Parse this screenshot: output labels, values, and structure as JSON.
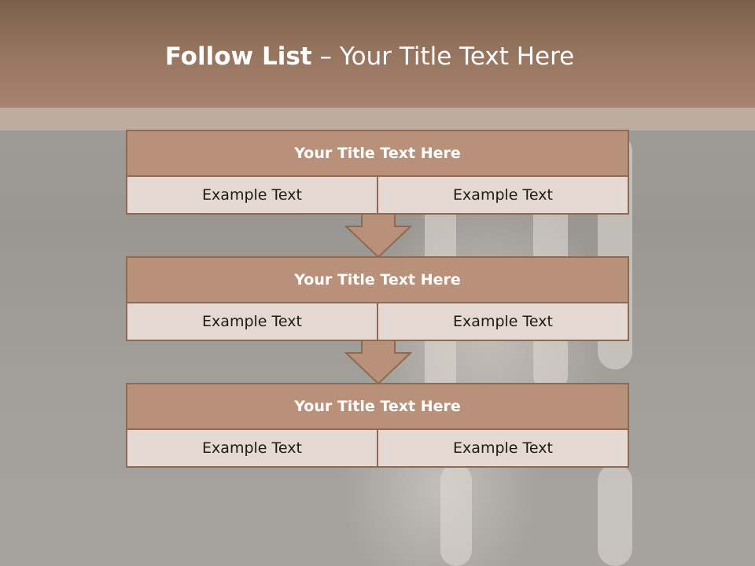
{
  "slide": {
    "title_bold": "Follow List",
    "title_rest": " – Your Title Text Here"
  },
  "steps": [
    {
      "title": "Your Title Text Here",
      "left": "Example Text",
      "right": "Example Text"
    },
    {
      "title": "Your Title Text Here",
      "left": "Example Text",
      "right": "Example Text"
    },
    {
      "title": "Your Title Text Here",
      "left": "Example Text",
      "right": "Example Text"
    }
  ],
  "colors": {
    "header": "#94735d",
    "block_head": "#b99079",
    "block_row": "#e5d9d3",
    "border": "#8f6a52"
  },
  "icons": {
    "arrow": "down-arrow-icon"
  }
}
